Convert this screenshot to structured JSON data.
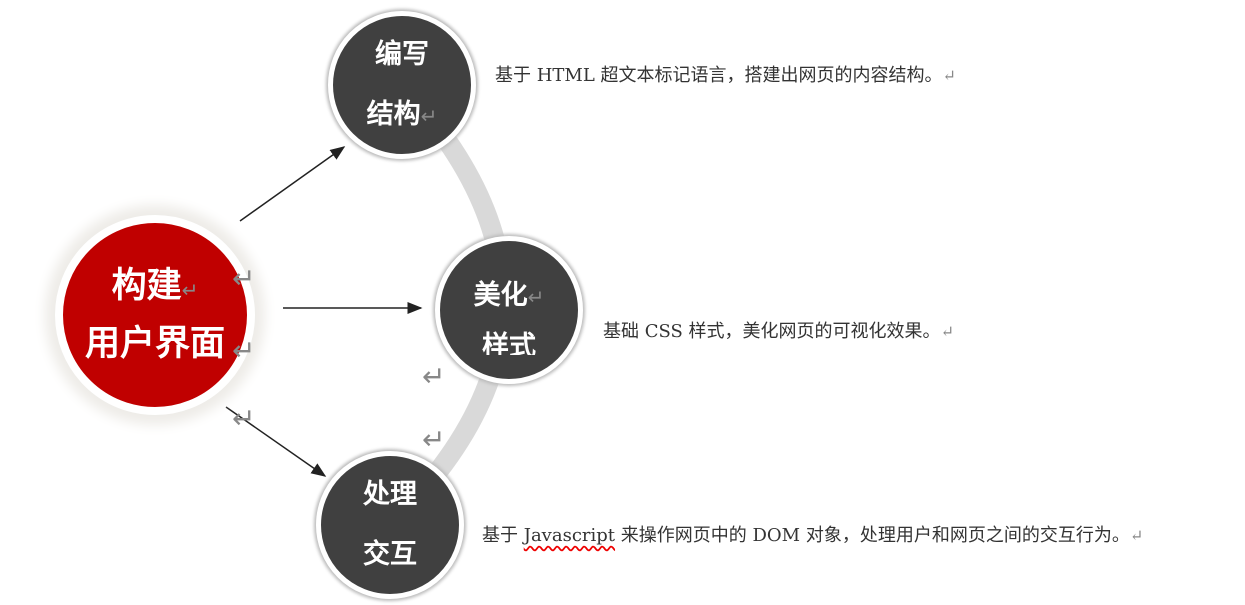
{
  "paragraph_mark": "↵",
  "center_node": {
    "line1": "构建",
    "line2": "用户界面"
  },
  "nodes": [
    {
      "line1": "编写",
      "line2": "结构",
      "description": "基于 HTML 超文本标记语言，搭建出网页的内容结构。"
    },
    {
      "line1": "美化",
      "line2": "样式",
      "description": "基础 CSS 样式，美化网页的可视化效果。"
    },
    {
      "line1": "处理",
      "line2": "交互",
      "description_prefix": "基于 ",
      "description_keyword": "Javascript",
      "description_suffix": " 来操作网页中的 DOM 对象，处理用户和网页之间的交互行为。"
    }
  ],
  "colors": {
    "center": "#c00000",
    "node": "#404040",
    "arc": "#d9d9d9"
  }
}
